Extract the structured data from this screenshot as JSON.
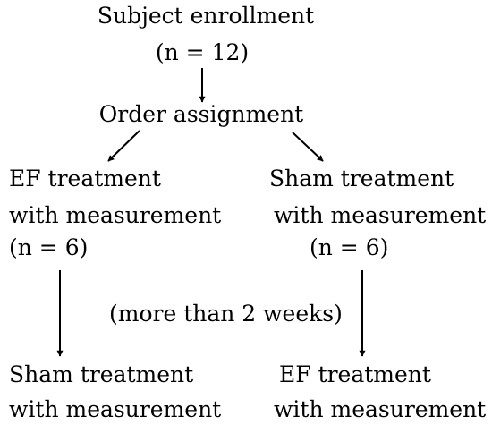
{
  "enrollment": {
    "title": "Subject enrollment",
    "count": "(n = 12)"
  },
  "assignment": {
    "label": "Order assignment"
  },
  "left_branch": {
    "line1": "EF treatment",
    "line2": "with measurement",
    "count": "(n = 6)"
  },
  "right_branch": {
    "line1": "Sham treatment",
    "line2": "with measurement",
    "count": "(n = 6)"
  },
  "washout": {
    "label": "(more than 2 weeks)"
  },
  "left_crossover": {
    "line1": "Sham treatment",
    "line2": "with measurement"
  },
  "right_crossover": {
    "line1": "EF treatment",
    "line2": "with measurement"
  }
}
